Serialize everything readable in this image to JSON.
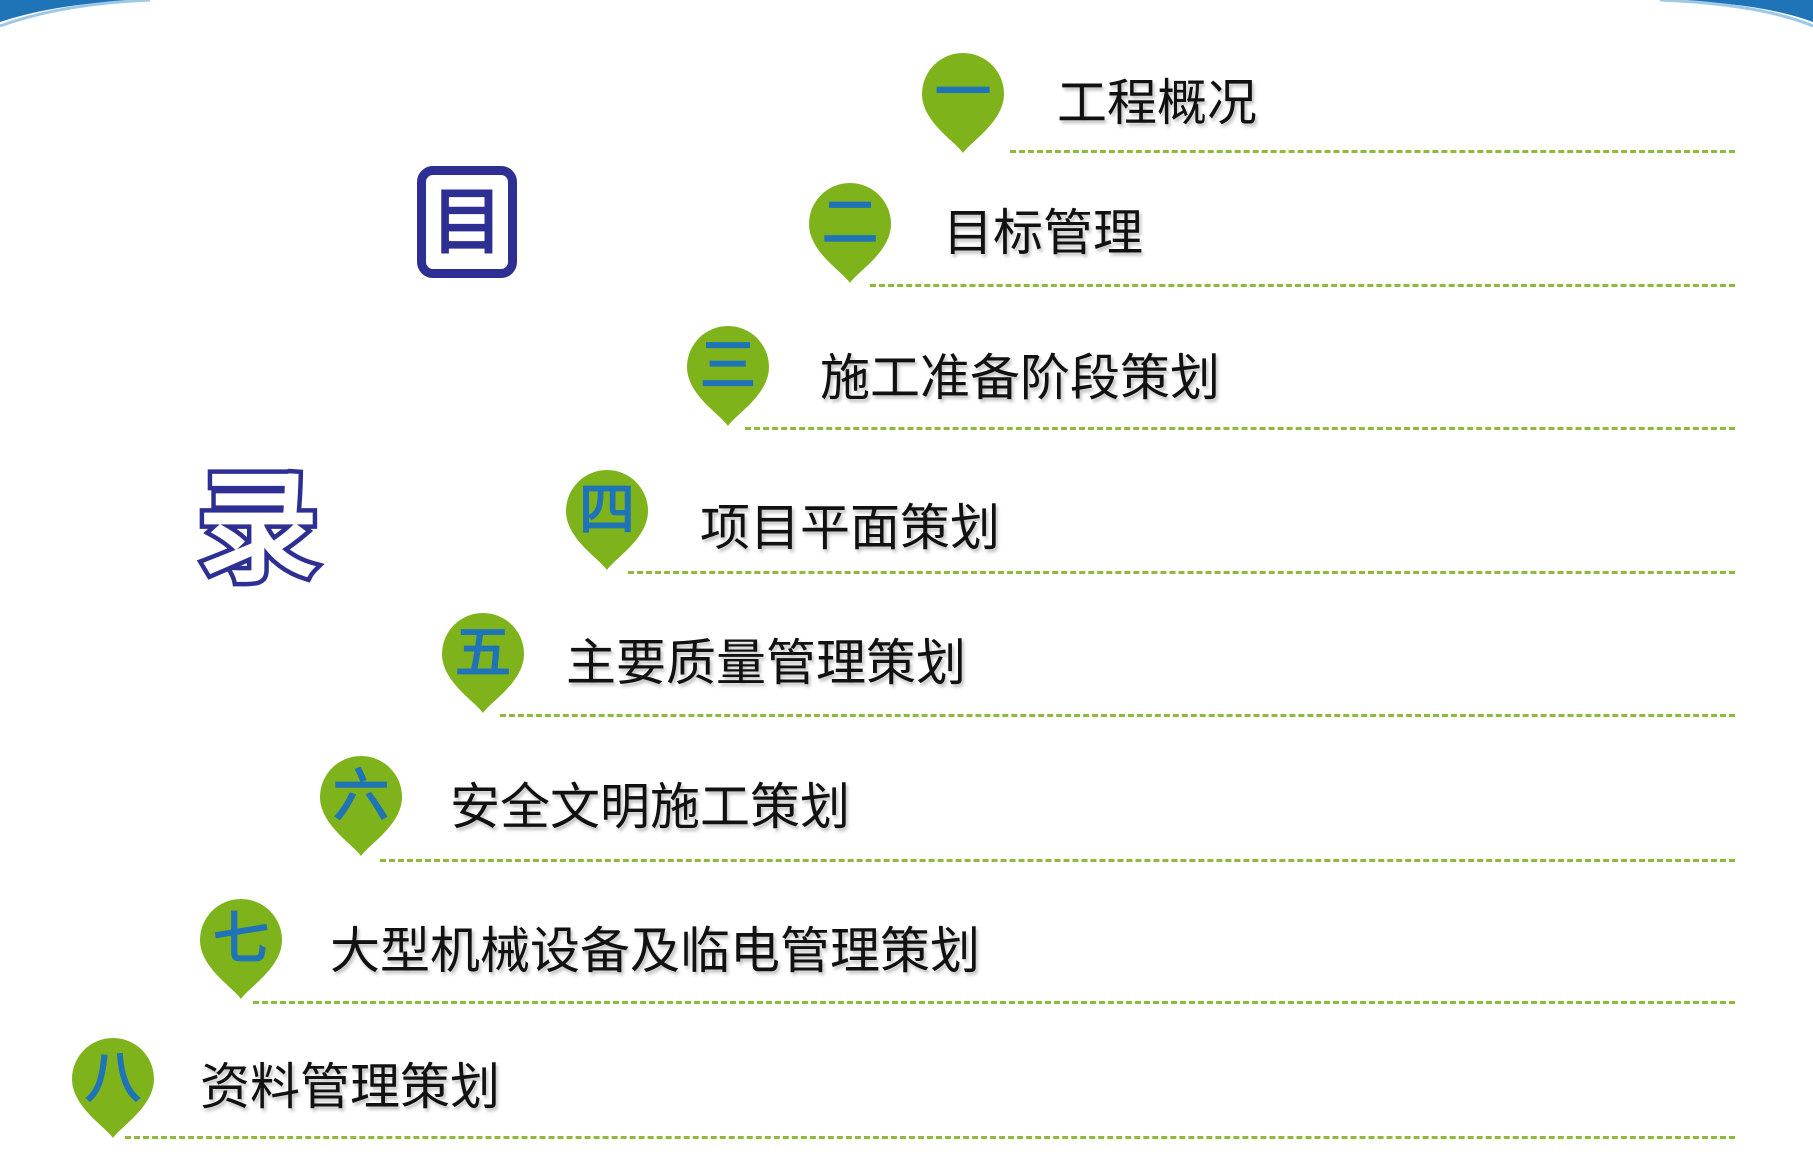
{
  "title": {
    "char1": "目",
    "char2": "录"
  },
  "colors": {
    "marker": "#7fb31c",
    "numeral": "#1f74b8",
    "title": "#2e2f93",
    "dash": "#8dba3a"
  },
  "items": [
    {
      "num": "一",
      "label": "工程概况"
    },
    {
      "num": "二",
      "label": "目标管理"
    },
    {
      "num": "三",
      "label": "施工准备阶段策划"
    },
    {
      "num": "四",
      "label": "项目平面策划"
    },
    {
      "num": "五",
      "label": "主要质量管理策划"
    },
    {
      "num": "六",
      "label": "安全文明施工策划"
    },
    {
      "num": "七",
      "label": "大型机械设备及临电管理策划"
    },
    {
      "num": "八",
      "label": "资料管理策划"
    }
  ]
}
